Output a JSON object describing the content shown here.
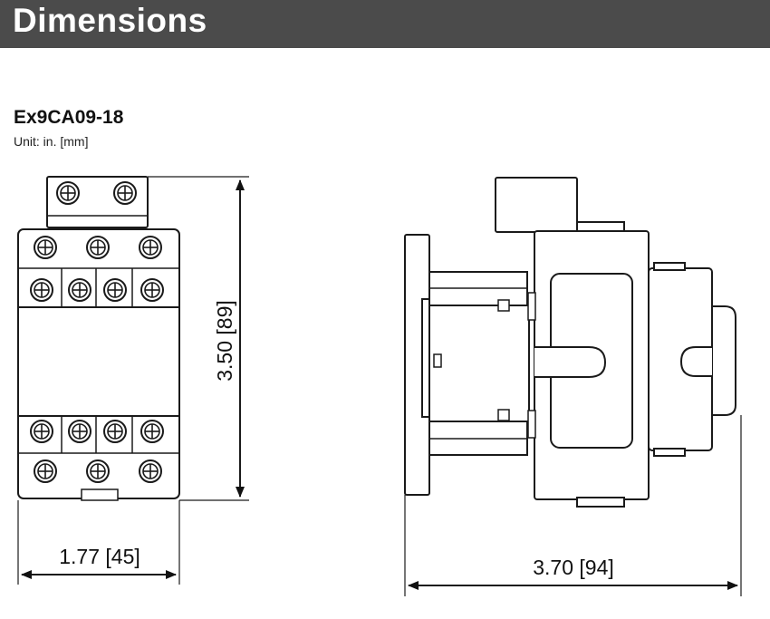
{
  "header": {
    "title": "Dimensions"
  },
  "model": {
    "name": "Ex9CA09-18",
    "unit": "Unit: in. [mm]"
  },
  "dimensions": {
    "height": "3.50 [89]",
    "width": "1.77 [45]",
    "depth": "3.70 [94]"
  },
  "colors": {
    "header_bg": "#4b4b4b",
    "header_text": "#ffffff",
    "line": "#1a1a1a"
  }
}
